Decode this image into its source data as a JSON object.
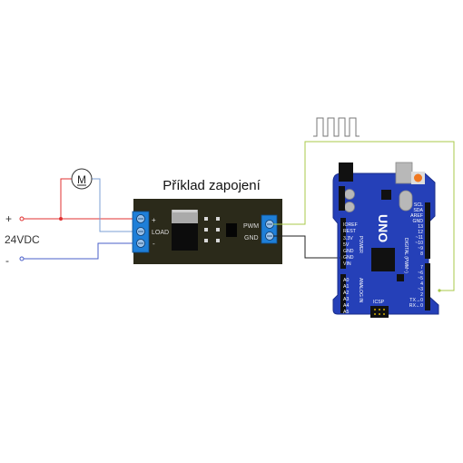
{
  "diagram": {
    "title": "Příklad zapojení",
    "supply": {
      "voltage": "24VDC",
      "plus": "+",
      "minus": "-"
    },
    "motor": {
      "label": "M"
    },
    "module": {
      "load_label": "LOAD",
      "load_plus": "+",
      "load_minus": "-",
      "pwm_label": "PWM",
      "gnd_label": "GND"
    },
    "signal": "pwm-square-wave",
    "arduino": {
      "model": "UNO",
      "power_header": [
        "IOREF",
        "REST",
        "3.3V",
        "5V",
        "GND",
        "GND",
        "VIN"
      ],
      "power_title": "POWER",
      "analog_header": [
        "A0",
        "A1",
        "A2",
        "A3",
        "A4",
        "A5"
      ],
      "analog_title": "ANALOG IN",
      "icsp": "ICSP",
      "top_header": [
        "SCL",
        "SDA",
        "AREF",
        "GND",
        "13",
        "12",
        "~11",
        "~10",
        "~9",
        "8"
      ],
      "bottom_header": [
        "7",
        "~6",
        "~5",
        "4",
        "~3",
        "2",
        "TX→0",
        "RX←0"
      ],
      "digital_title": "DIGITAL (PWM~)"
    },
    "colors": {
      "positive_wire": "#e03030",
      "negative_wire": "#4a5fc8",
      "motor_wire": "#7b9fd6",
      "pwm_wire": "#a8c84a",
      "gnd_wire": "#222222",
      "module_board": "#2b2a1a",
      "terminal": "#1f7fd8",
      "arduino_board": "#2540b8"
    }
  }
}
